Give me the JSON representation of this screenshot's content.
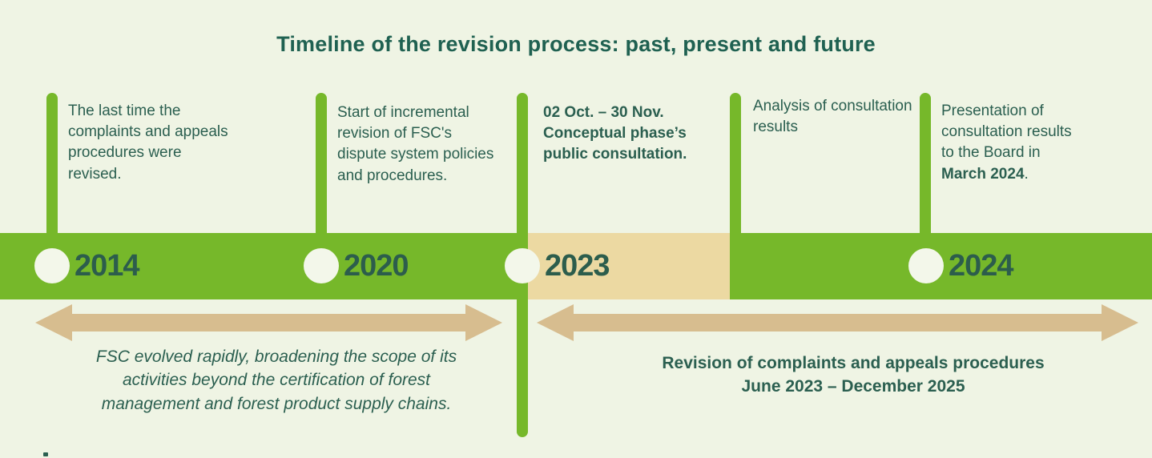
{
  "title": "Timeline of the revision process: past, present and future",
  "colors": {
    "background": "#eff4e4",
    "timeline_green": "#76b82a",
    "timeline_beige": "#ecd9a2",
    "arrow_tan": "#d7bd8f",
    "text_dark_green": "#2b5f50",
    "marker_fill": "#f3f7ea"
  },
  "events": {
    "e2014": {
      "year": "2014",
      "description": "The last time the complaints and appeals procedures were revised."
    },
    "e2020": {
      "year": "2020",
      "description": "Start of incremental revision of FSC's dispute system policies and procedures."
    },
    "e2023": {
      "year": "2023",
      "description": "02 Oct. – 30 Nov. Conceptual phase’s public consultation."
    },
    "analysis": {
      "description": "Analysis of consultation results"
    },
    "e2024": {
      "year": "2024",
      "description_prefix": "Presentation of consultation results to the Board in ",
      "description_emphasis": "March 2024",
      "description_suffix": "."
    }
  },
  "ranges": {
    "past": {
      "lines": [
        "FSC evolved rapidly, broadening the scope of its",
        "activities beyond the certification of forest",
        "management and forest product supply chains."
      ]
    },
    "revision": {
      "lines": [
        "Revision of complaints and appeals procedures",
        "June 2023 – December 2025"
      ]
    }
  }
}
